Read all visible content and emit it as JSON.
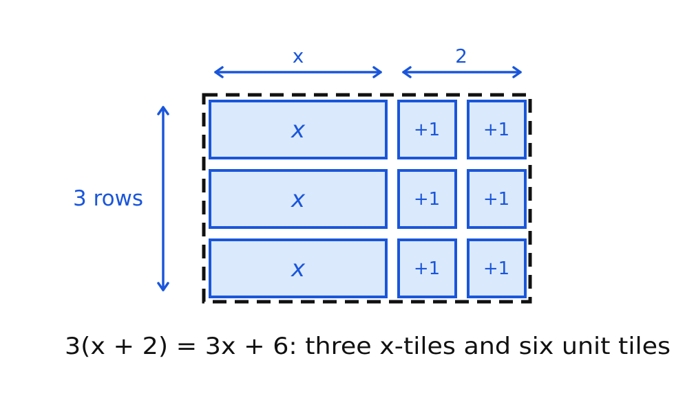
{
  "dimensions": {
    "width_label": "x",
    "constant_label": "2",
    "rows_label": "3 rows"
  },
  "tiles": {
    "x_label": "x",
    "unit_label": "+1"
  },
  "caption": "3(x + 2) = 3x + 6:  three x-tiles and six unit tiles",
  "colors": {
    "accent": "#1a56db",
    "tile_fill": "#dbe9fc",
    "border": "#111111"
  }
}
